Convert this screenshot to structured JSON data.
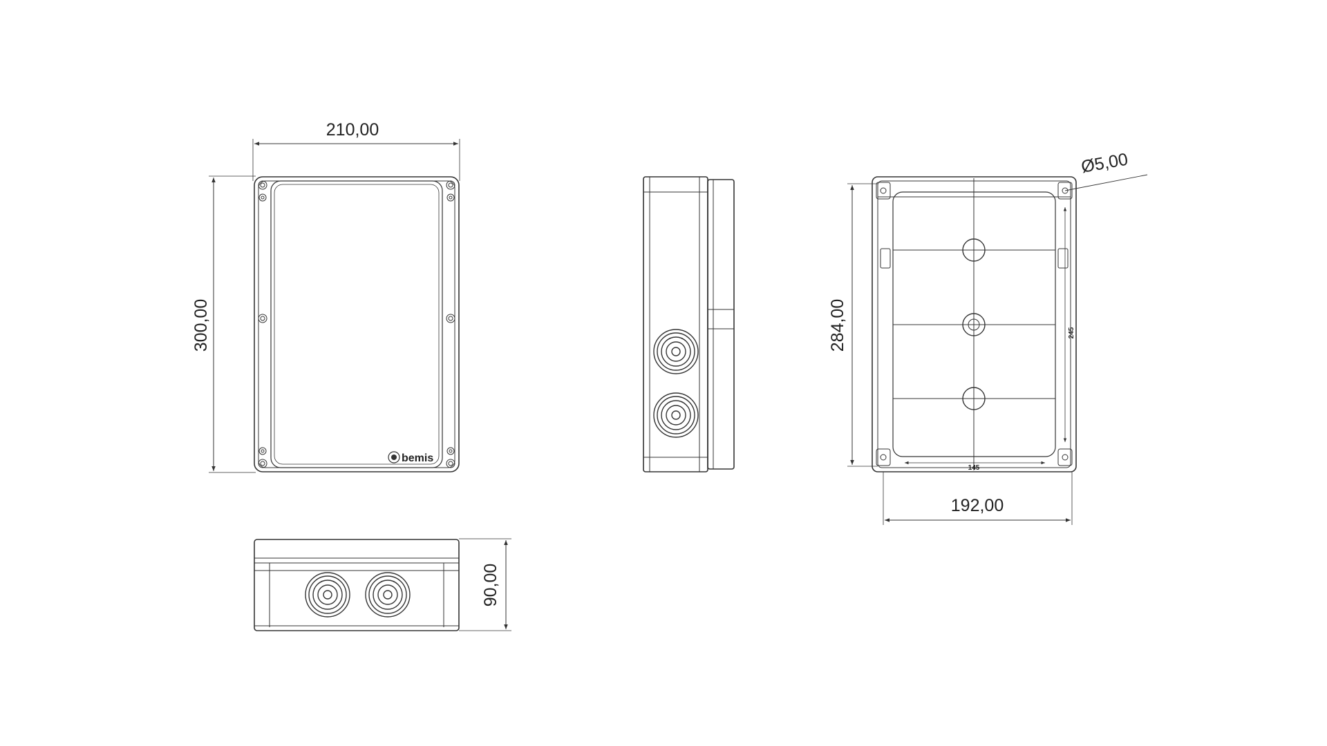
{
  "dimensions": {
    "front_width": "210,00",
    "front_height": "300,00",
    "bottom_height": "90,00",
    "back_height": "284,00",
    "back_width": "192,00",
    "hole_diameter": "Ø5,00",
    "inner_width": "145",
    "inner_height": "245"
  },
  "logo": {
    "brand": "bemis"
  },
  "colors": {
    "line": "#333333",
    "thin": "#555555",
    "text": "#222222"
  }
}
